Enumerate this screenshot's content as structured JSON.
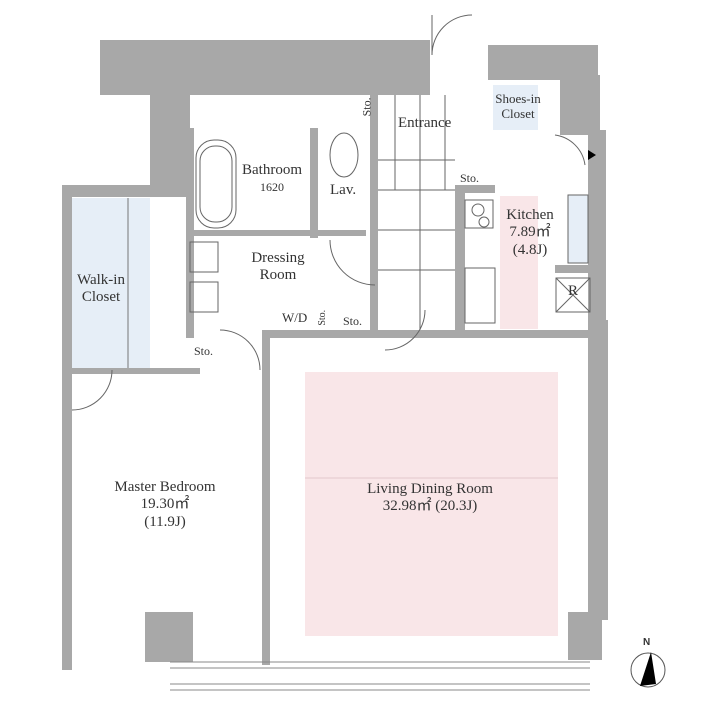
{
  "colors": {
    "wall": "#a8a8a8",
    "room_highlight": "#f9e6e8",
    "storage": "#e6eef7",
    "line": "#555555"
  },
  "rooms": {
    "entrance": {
      "name": "Entrance"
    },
    "shoes_closet": {
      "name": "Shoes-in",
      "name2": "Closet"
    },
    "bathroom": {
      "name": "Bathroom",
      "size": "1620"
    },
    "lavatory": {
      "name": "Lav."
    },
    "kitchen": {
      "name": "Kitchen",
      "area": "7.89㎡",
      "jo": "(4.8J)"
    },
    "dressing": {
      "name": "Dressing",
      "name2": "Room"
    },
    "walk_in": {
      "name": "Walk-in",
      "name2": "Closet"
    },
    "washer_dryer": {
      "name": "W/D"
    },
    "refrigerator": {
      "name": "R"
    },
    "master_bedroom": {
      "name": "Master Bedroom",
      "area": "19.30㎡",
      "jo": "(11.9J)"
    },
    "living": {
      "name": "Living Dining Room",
      "area": "32.98㎡ (20.3J)"
    },
    "storage_label": "Sto."
  },
  "compass": {
    "label": "N"
  }
}
